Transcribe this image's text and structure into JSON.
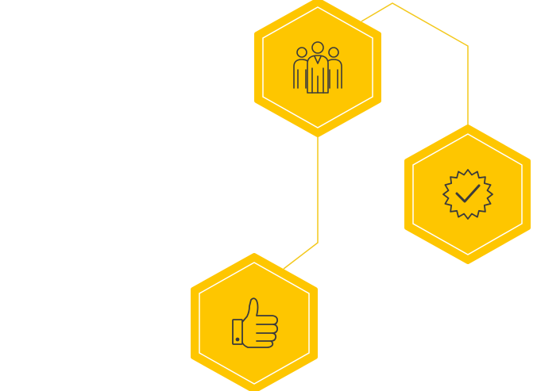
{
  "colors": {
    "hex_fill": "#FEC600",
    "hex_inner_stroke": "#FFFFFF",
    "connector": "#F3C81C",
    "icon_stroke": "#3B3B3B",
    "background": "#FFFFFF"
  },
  "nodes": [
    {
      "id": "team",
      "icon": "team-people-icon"
    },
    {
      "id": "verified",
      "icon": "verified-badge-icon"
    },
    {
      "id": "approval",
      "icon": "thumbs-up-icon"
    }
  ],
  "connections": [
    {
      "from": "team",
      "to": "verified"
    },
    {
      "from": "team",
      "to": "approval"
    }
  ]
}
